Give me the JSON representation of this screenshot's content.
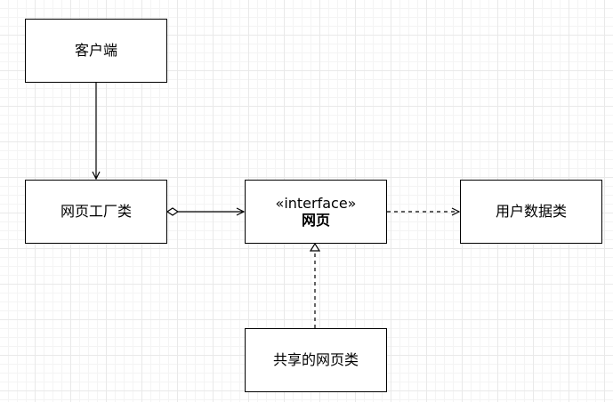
{
  "nodes": {
    "client": {
      "label": "客户端"
    },
    "factory": {
      "label": "网页工厂类"
    },
    "webpage": {
      "stereotype": "«interface»",
      "label": "网页"
    },
    "userdata": {
      "label": "用户数据类"
    },
    "shared": {
      "label": "共享的网页类"
    }
  },
  "edges": [
    {
      "from": "client",
      "to": "factory",
      "style": "solid",
      "arrow": "open"
    },
    {
      "from": "factory",
      "to": "webpage",
      "style": "solid",
      "tail": "diamond",
      "arrow": "open"
    },
    {
      "from": "webpage",
      "to": "userdata",
      "style": "dashed",
      "arrow": "open"
    },
    {
      "from": "shared",
      "to": "webpage",
      "style": "dashed",
      "arrow": "hollow-triangle"
    }
  ],
  "colors": {
    "stroke": "#000000",
    "fill": "#ffffff",
    "grid": "#e9e9e9"
  }
}
